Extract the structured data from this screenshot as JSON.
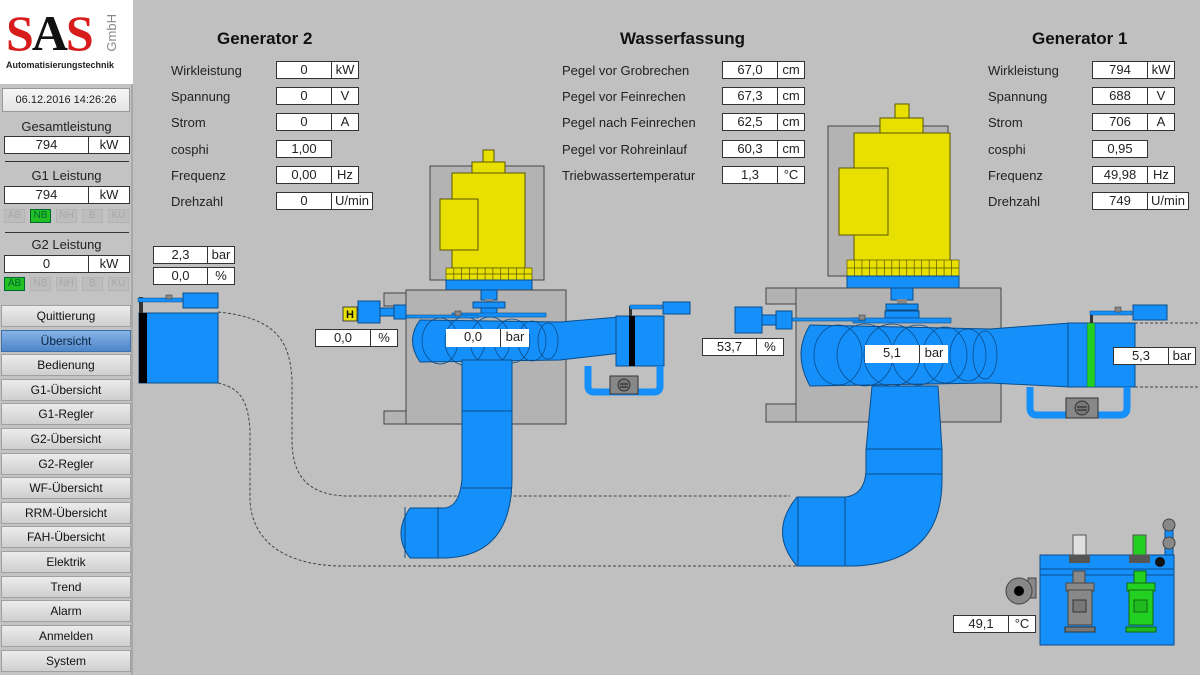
{
  "logo": {
    "brand": "SAS",
    "suffix": "GmbH",
    "tagline": "Automatisierungstechnik"
  },
  "datetime": "06.12.2016 14:26:26",
  "sidebar": {
    "total": {
      "label": "Gesamtleistung",
      "value": "794",
      "unit": "kW"
    },
    "g1": {
      "label": "G1 Leistung",
      "value": "794",
      "unit": "kW",
      "states": [
        {
          "label": "AB",
          "active": false
        },
        {
          "label": "NB",
          "active": true
        },
        {
          "label": "NH",
          "active": false
        },
        {
          "label": "B",
          "active": false
        },
        {
          "label": "KU",
          "active": false
        }
      ]
    },
    "g2": {
      "label": "G2 Leistung",
      "value": "0",
      "unit": "kW",
      "states": [
        {
          "label": "AB",
          "active": true
        },
        {
          "label": "NB",
          "active": false
        },
        {
          "label": "NH",
          "active": false
        },
        {
          "label": "B",
          "active": false
        },
        {
          "label": "KU",
          "active": false
        }
      ]
    },
    "nav": [
      {
        "label": "Quittierung",
        "active": false
      },
      {
        "label": "Übersicht",
        "active": true
      },
      {
        "label": "Bedienung",
        "active": false
      },
      {
        "label": "G1-Übersicht",
        "active": false
      },
      {
        "label": "G1-Regler",
        "active": false
      },
      {
        "label": "G2-Übersicht",
        "active": false
      },
      {
        "label": "G2-Regler",
        "active": false
      },
      {
        "label": "WF-Übersicht",
        "active": false
      },
      {
        "label": "RRM-Übersicht",
        "active": false
      },
      {
        "label": "FAH-Übersicht",
        "active": false
      },
      {
        "label": "Elektrik",
        "active": false
      },
      {
        "label": "Trend",
        "active": false
      },
      {
        "label": "Alarm",
        "active": false
      },
      {
        "label": "Anmelden",
        "active": false
      },
      {
        "label": "System",
        "active": false
      }
    ]
  },
  "generator2": {
    "title": "Generator 2",
    "rows": [
      {
        "label": "Wirkleistung",
        "value": "0",
        "unit": "kW"
      },
      {
        "label": "Spannung",
        "value": "0",
        "unit": "V"
      },
      {
        "label": "Strom",
        "value": "0",
        "unit": "A"
      },
      {
        "label": "cosphi",
        "value": "1,00",
        "unit": ""
      },
      {
        "label": "Frequenz",
        "value": "0,00",
        "unit": "Hz"
      },
      {
        "label": "Drehzahl",
        "value": "0",
        "unit": "U/min"
      }
    ]
  },
  "wasserfassung": {
    "title": "Wasserfassung",
    "rows": [
      {
        "label": "Pegel vor Grobrechen",
        "value": "67,0",
        "unit": "cm"
      },
      {
        "label": "Pegel vor Feinrechen",
        "value": "67,3",
        "unit": "cm"
      },
      {
        "label": "Pegel nach Feinrechen",
        "value": "62,5",
        "unit": "cm"
      },
      {
        "label": "Pegel vor Rohreinlauf",
        "value": "60,3",
        "unit": "cm"
      },
      {
        "label": "Triebwassertemperatur",
        "value": "1,3",
        "unit": "°C"
      }
    ]
  },
  "generator1": {
    "title": "Generator 1",
    "rows": [
      {
        "label": "Wirkleistung",
        "value": "794",
        "unit": "kW"
      },
      {
        "label": "Spannung",
        "value": "688",
        "unit": "V"
      },
      {
        "label": "Strom",
        "value": "706",
        "unit": "A"
      },
      {
        "label": "cosphi",
        "value": "0,95",
        "unit": ""
      },
      {
        "label": "Frequenz",
        "value": "49,98",
        "unit": "Hz"
      },
      {
        "label": "Drehzahl",
        "value": "749",
        "unit": "U/min"
      }
    ]
  },
  "plant": {
    "inlet_pressure": {
      "value": "2,3",
      "unit": "bar"
    },
    "inlet_valve_opening": {
      "value": "0,0",
      "unit": "%"
    },
    "g2_guide_vane": {
      "value": "0,0",
      "unit": "%"
    },
    "g2_manual_badge": "H",
    "g2_spiral_pressure": {
      "value": "0,0",
      "unit": "bar"
    },
    "g1_guide_vane": {
      "value": "53,7",
      "unit": "%"
    },
    "g1_spiral_pressure": {
      "value": "5,1",
      "unit": "bar"
    },
    "g1_inlet_pressure": {
      "value": "5,3",
      "unit": "bar"
    },
    "hydraulic_temp": {
      "value": "49,1",
      "unit": "°C"
    }
  },
  "colors": {
    "water": "#1590fb",
    "generator": "#e8e000",
    "housing": "#b3b3b3",
    "state_on": "#22c022",
    "valve_open": "#22d022",
    "valve_closed": "#000000"
  }
}
